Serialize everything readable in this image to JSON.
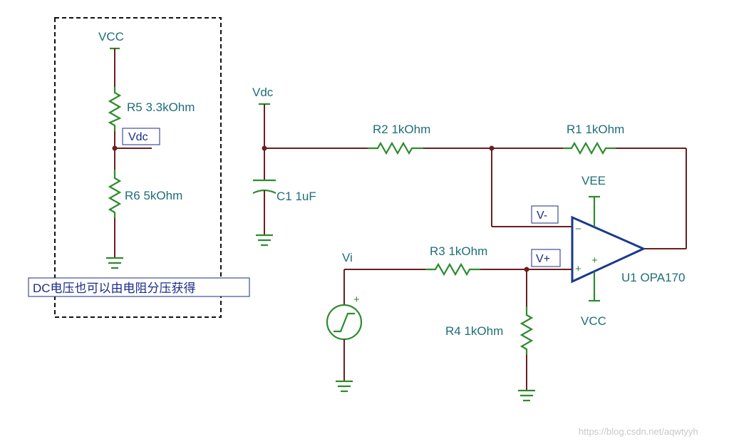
{
  "labels": {
    "vcc_left": "VCC",
    "r5": "R5 3.3kOhm",
    "vdc_tag_left": "Vdc",
    "r6": "R6 5kOhm",
    "note": "DC电压也可以由电阻分压获得",
    "vdc_top": "Vdc",
    "c1": "C1 1uF",
    "r2": "R2 1kOhm",
    "r1": "R1 1kOhm",
    "vee": "VEE",
    "vminus": "V-",
    "vplus": "V+",
    "vi": "Vi",
    "r3": "R3 1kOhm",
    "r4": "R4 1kOhm",
    "u1": "U1 OPA170",
    "vcc_bottom": "VCC",
    "plus_sign": "+",
    "minus_sign": "−",
    "watermark": "https://blog.csdn.net/aqwtyyh"
  },
  "colors": {
    "wire": "#6b1f1f",
    "component": "#2e8b2e",
    "opamp": "#1a3a8a",
    "label": "#1e6e78",
    "tag": "#1a2b8a"
  }
}
